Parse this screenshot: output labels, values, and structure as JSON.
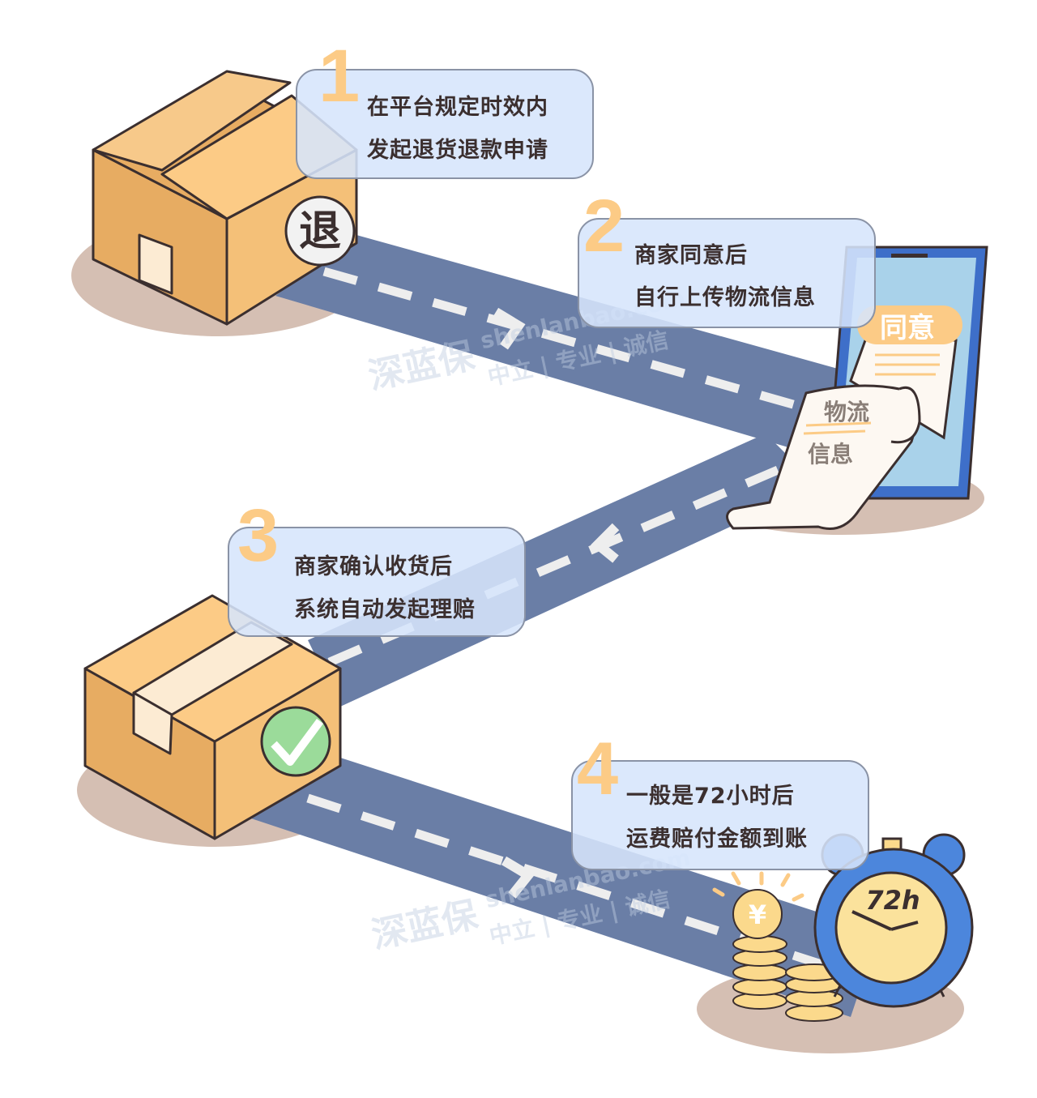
{
  "steps": [
    {
      "number": "1",
      "line1": "在平台规定时效内",
      "line2": "发起退货退款申请"
    },
    {
      "number": "2",
      "line1": "商家同意后",
      "line2": "自行上传物流信息"
    },
    {
      "number": "3",
      "line1": "商家确认收货后",
      "line2": "系统自动发起理赔"
    },
    {
      "number": "4",
      "line1": "一般是72小时后",
      "line2": "运费赔付金额到账"
    }
  ],
  "illustrations": {
    "return_stamp": "退",
    "phone_button": "同意",
    "scroll_line1": "物流",
    "scroll_line2": "信息",
    "coin_symbol": "¥",
    "clock_label": "72h"
  },
  "watermark": {
    "logo": "深蓝保",
    "domain": "shenlanbao.com",
    "slogan": "中立 | 专业 | 诚信"
  },
  "colors": {
    "road": "#6a7ea6",
    "bubble": "#d6e5fc",
    "number": "#fccb86",
    "box": "#f4c078",
    "shadow": "#d5bfb3",
    "clock": "#4c86dc"
  }
}
